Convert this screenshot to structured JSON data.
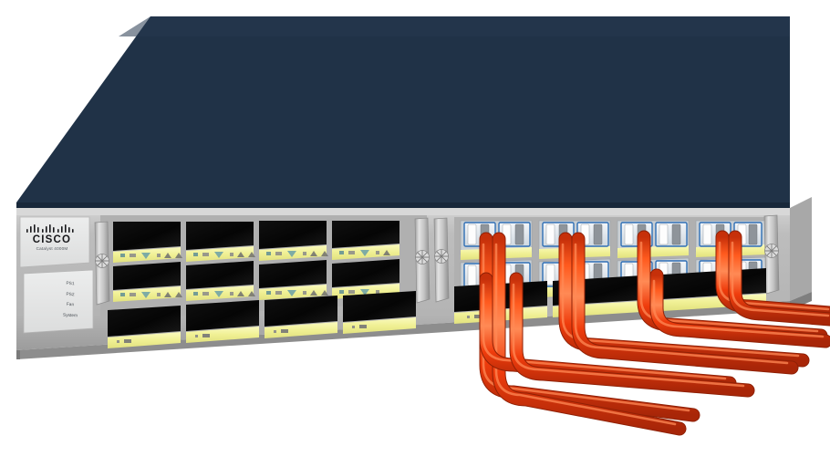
{
  "scene": {
    "subject": "cisco-catalyst-modular-switch-3d-render",
    "background_color": "#ffffff"
  },
  "chassis": {
    "top_color": "#203247",
    "bezel_color": "#b8b8b8",
    "bezel_light": "#cfcfcf",
    "bezel_dark": "#9a9a9a",
    "slot_color": "#0a0a0a",
    "label_strip_color": "#f2f29a",
    "edge_color": "#6e6e6e"
  },
  "brand_plate": {
    "name": "CISCO",
    "model": "Catalyst 4000M",
    "logo_icon": "cisco-bridge-logo"
  },
  "status_plate": {
    "items": [
      {
        "label": "PS1"
      },
      {
        "label": "PS2"
      },
      {
        "label": "Fan"
      },
      {
        "label": "System"
      }
    ]
  },
  "modules": {
    "left_group": {
      "name": "copper-line-card-group",
      "rows": 2,
      "cards_per_row": 4,
      "port_strip_color": "#f2f29a"
    },
    "right_group": {
      "name": "gbic-transceiver-group",
      "rows": 2,
      "cards_per_row": 4,
      "transceiver_body_color": "#e8eef4",
      "transceiver_accent_color": "#2f6fb5"
    },
    "bottom_group": {
      "name": "bottom-line-card-group",
      "rows": 1,
      "cards_per_row": 6
    }
  },
  "ejectors": {
    "name": "module-ejector-handle",
    "count": 4,
    "color": "#c9c9c9",
    "screw_icon": "thumbscrew-icon"
  },
  "cables": {
    "name": "fiber-optic-patch-cables",
    "color": "#ef3c0c",
    "highlight_color": "#ff7a44",
    "shadow_color": "#b32a06",
    "count": 8,
    "type": "duplex-lc-fiber",
    "routing": "down-then-right"
  }
}
